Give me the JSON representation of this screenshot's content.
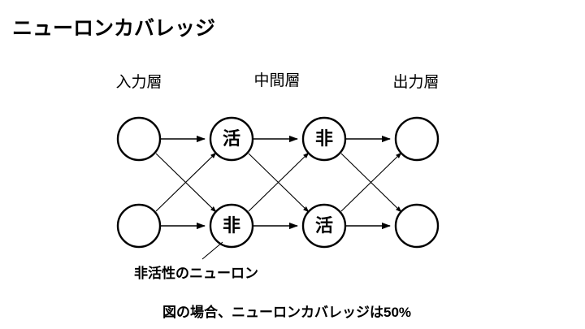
{
  "slide": {
    "title": "ニューロンカバレッジ",
    "background_color": "#ffffff",
    "stroke_color": "#000000"
  },
  "layer_labels": {
    "input": "入力層",
    "hidden": "中間層",
    "output": "出力層"
  },
  "network": {
    "active_label": "活",
    "inactive_label": "非",
    "columns": [
      {
        "name": "input-layer",
        "nodes": [
          {
            "label": ""
          },
          {
            "label": ""
          }
        ]
      },
      {
        "name": "hidden-layer-1",
        "nodes": [
          {
            "label": "活"
          },
          {
            "label": "非"
          }
        ]
      },
      {
        "name": "hidden-layer-2",
        "nodes": [
          {
            "label": "非"
          },
          {
            "label": "活"
          }
        ]
      },
      {
        "name": "output-layer",
        "nodes": [
          {
            "label": ""
          },
          {
            "label": ""
          }
        ]
      }
    ],
    "node_labels": {
      "c1r1": "",
      "c1r2": "",
      "c2r1": "活",
      "c2r2": "非",
      "c3r1": "非",
      "c3r2": "活",
      "c4r1": "",
      "c4r2": ""
    }
  },
  "annotations": {
    "callout": "非活性のニューロン",
    "caption": "図の場合、ニューロンカバレッジは50%"
  }
}
